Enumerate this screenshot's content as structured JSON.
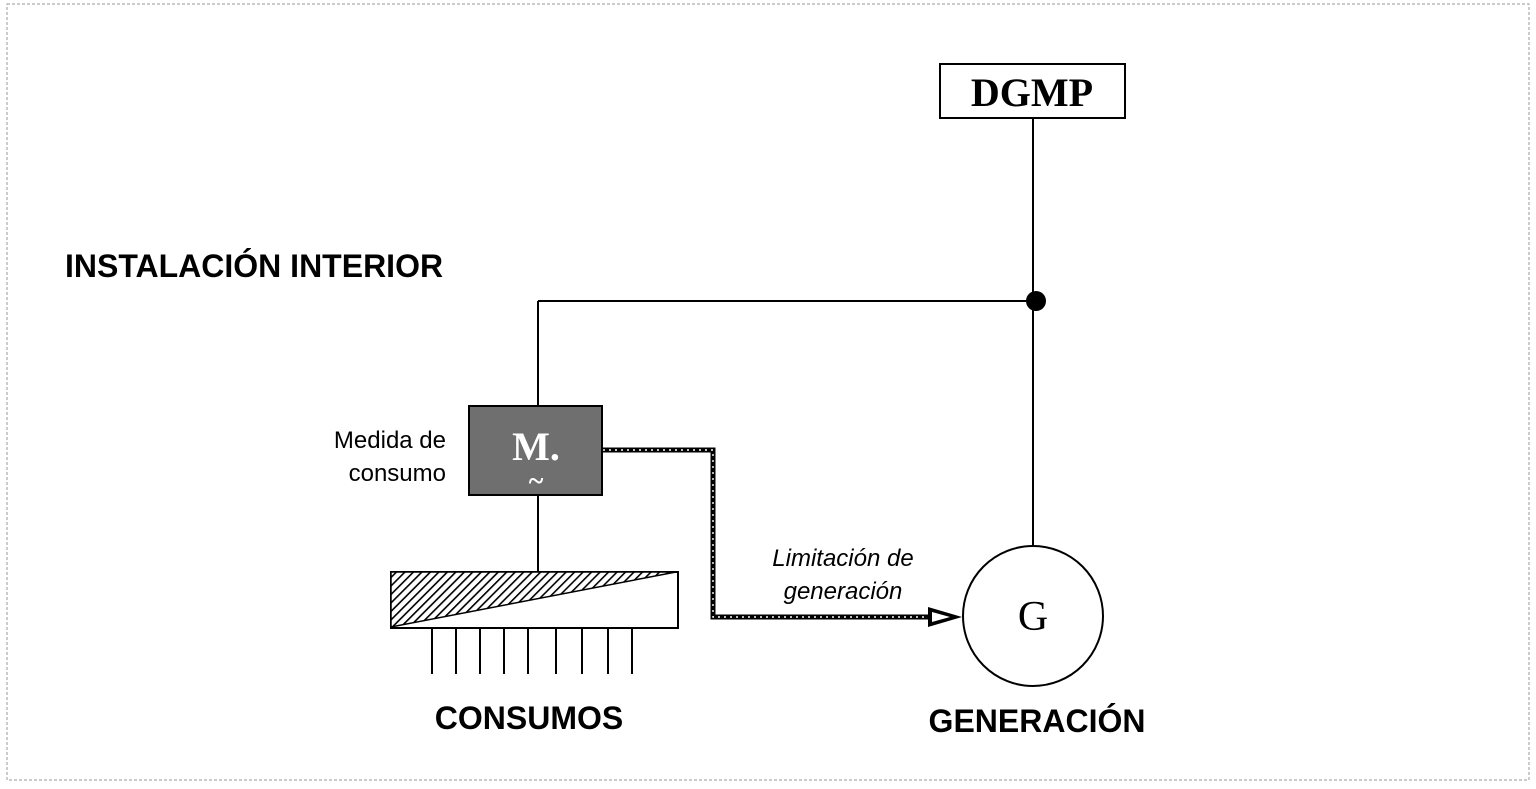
{
  "labels": {
    "dgmp": "DGMP",
    "installation": "INSTALACIÓN INTERIOR",
    "meter_caption_line1": "Medida de",
    "meter_caption_line2": "consumo",
    "meter_symbol": "M.",
    "meter_tilde": "~",
    "limitation_line1": "Limitación de",
    "limitation_line2": "generación",
    "generator_symbol": "G",
    "consumers": "CONSUMOS",
    "generation": "GENERACIÓN"
  },
  "colors": {
    "line": "#000000",
    "meter_fill": "#6f6f6f",
    "meter_text": "#ffffff",
    "frame": "#9a9a9a"
  },
  "icons": {
    "meter": "meter-box",
    "generator": "generator-circle",
    "junction": "junction-dot",
    "load": "load-distribution-bar"
  }
}
